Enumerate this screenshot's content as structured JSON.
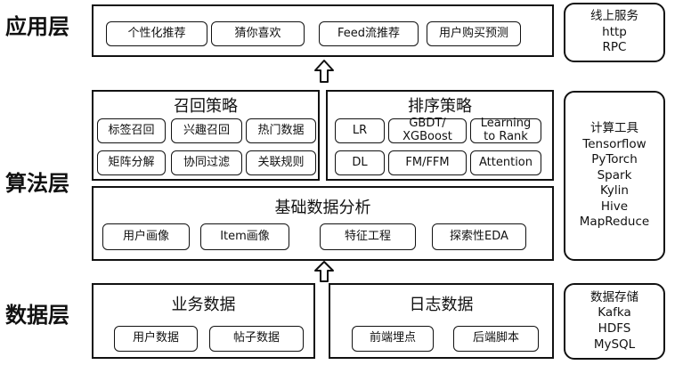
{
  "layers": {
    "application": "应用层",
    "algorithm": "算法层",
    "data": "数据层"
  },
  "application": {
    "items": [
      "个性化推荐",
      "猜你喜欢",
      "Feed流推荐",
      "用户购买预测"
    ]
  },
  "recall": {
    "title": "召回策略",
    "items": [
      "标签召回",
      "兴趣召回",
      "热门数据",
      "矩阵分解",
      "协同过滤",
      "关联规则"
    ]
  },
  "ranking": {
    "title": "排序策略",
    "items": [
      "LR",
      "GBDT/\nXGBoost",
      "Learning\nto Rank",
      "DL",
      "FM/FFM",
      "Attention"
    ]
  },
  "basic_analysis": {
    "title": "基础数据分析",
    "items": [
      "用户画像",
      "Item画像",
      "特征工程",
      "探索性EDA"
    ]
  },
  "business_data": {
    "title": "业务数据",
    "items": [
      "用户数据",
      "帖子数据"
    ]
  },
  "log_data": {
    "title": "日志数据",
    "items": [
      "前端埋点",
      "后端脚本"
    ]
  },
  "side_online": {
    "lines": [
      "线上服务",
      "http",
      "RPC"
    ]
  },
  "side_compute": {
    "lines": [
      "计算工具",
      "Tensorflow",
      "PyTorch",
      "Spark",
      "Kylin",
      "Hive",
      "MapReduce"
    ]
  },
  "side_storage": {
    "lines": [
      "数据存储",
      "Kafka",
      "HDFS",
      "MySQL"
    ]
  }
}
